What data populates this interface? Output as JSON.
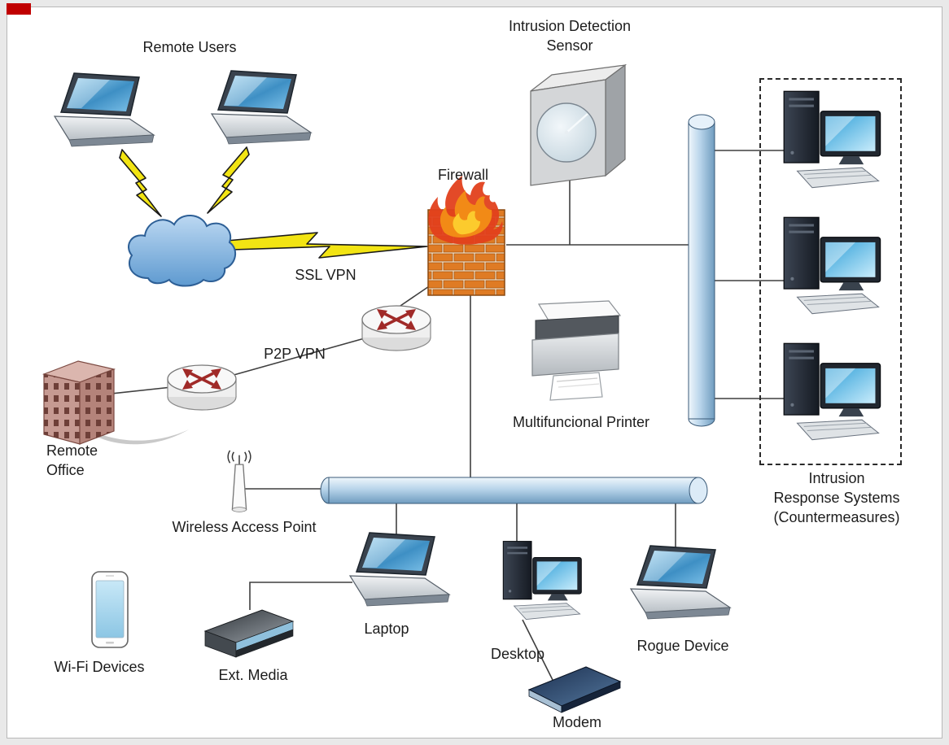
{
  "nodes": {
    "remote_users": {
      "label": "Remote Users"
    },
    "intrusion_detection_sensor": {
      "label": "Intrusion Detection\nSensor"
    },
    "firewall": {
      "label": "Firewall"
    },
    "ssl_vpn": {
      "label": "SSL VPN"
    },
    "p2p_vpn": {
      "label": "P2P VPN"
    },
    "remote_office": {
      "label": "Remote\nOffice"
    },
    "multifunctional_printer": {
      "label": "Multifuncional Printer"
    },
    "intrusion_response_systems": {
      "label": "Intrusion\nResponse Systems\n(Countermeasures)"
    },
    "wireless_access_point": {
      "label": "Wireless Access Point"
    },
    "laptop": {
      "label": "Laptop"
    },
    "desktop": {
      "label": "Desktop"
    },
    "rogue_device": {
      "label": "Rogue Device"
    },
    "modem": {
      "label": "Modem"
    },
    "wifi_devices": {
      "label": "Wi-Fi Devices"
    },
    "ext_media": {
      "label": "Ext. Media"
    }
  },
  "colors": {
    "lightning_yellow": "#f2e413",
    "bus_blue": "#9cc3e0",
    "brick_orange": "#df7b24",
    "cloud_blue": "#6fa8dc",
    "marker_red": "#c00000"
  }
}
